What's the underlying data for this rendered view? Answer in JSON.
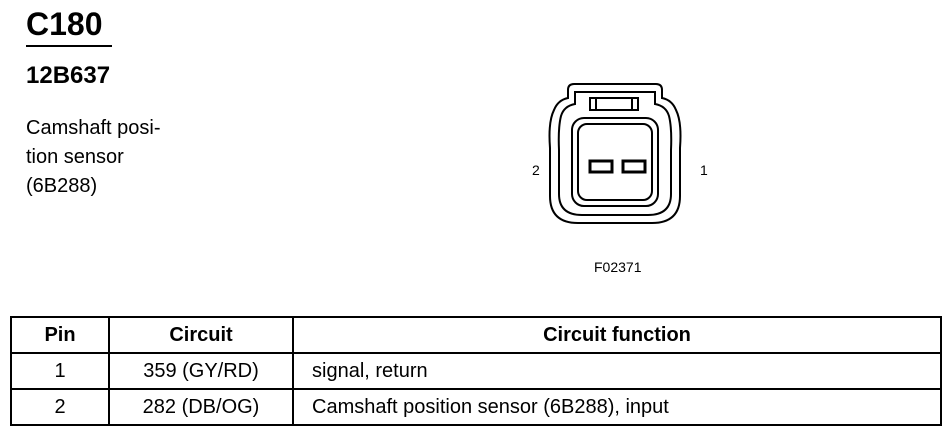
{
  "connector": {
    "id": "C180",
    "part_number": "12B637",
    "description_lines": [
      "Camshaft posi-",
      "tion sensor",
      "(6B288)"
    ]
  },
  "diagram": {
    "pin_left_label": "2",
    "pin_right_label": "1",
    "figure_id": "F02371"
  },
  "table": {
    "headers": {
      "pin": "Pin",
      "circuit": "Circuit",
      "function": "Circuit function"
    },
    "rows": [
      {
        "pin": "1",
        "circuit": "359 (GY/RD)",
        "function": "signal, return"
      },
      {
        "pin": "2",
        "circuit": "282 (DB/OG)",
        "function": "Camshaft position sensor (6B288), input"
      }
    ]
  }
}
